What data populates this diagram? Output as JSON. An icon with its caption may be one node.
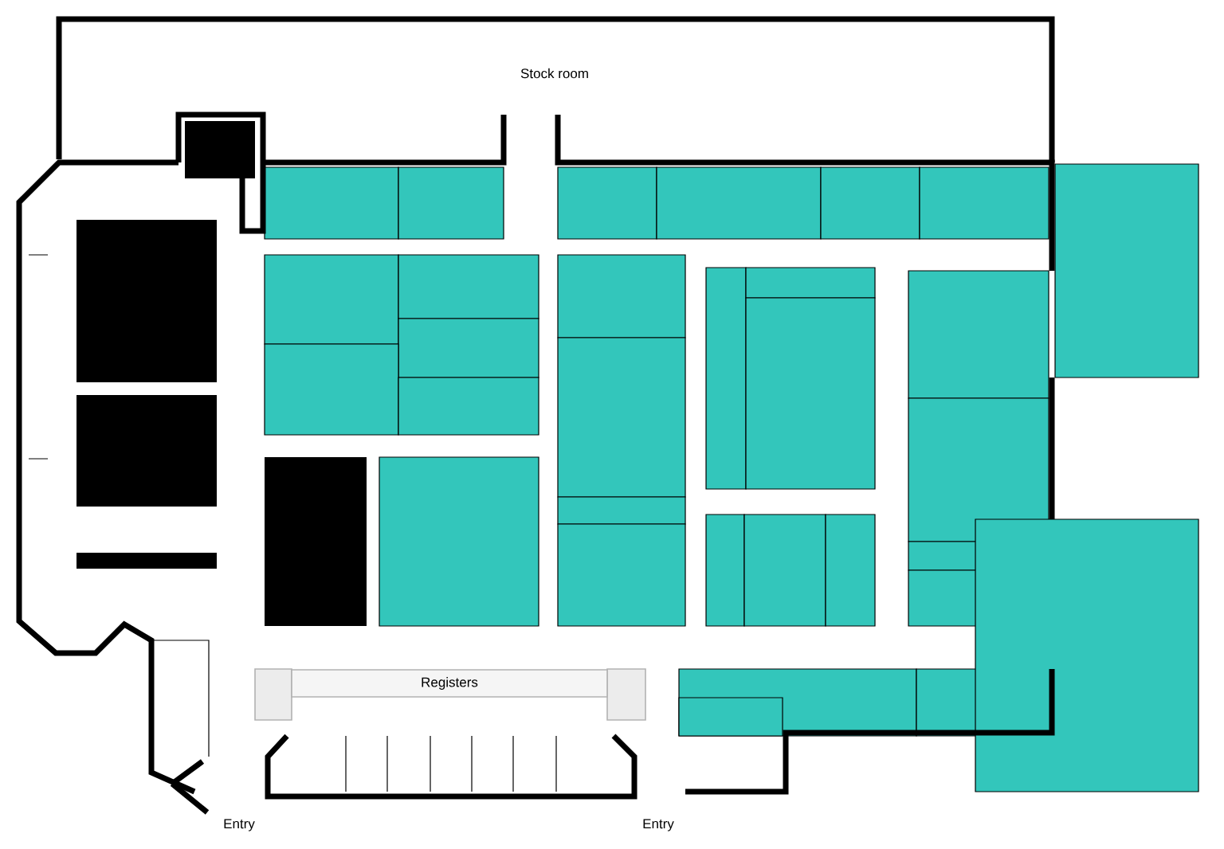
{
  "diagram": {
    "nodes": [
      {
        "text": [
          "Stock room"
        ]
      },
      {
        "text": [
          "Registers"
        ]
      }
    ],
    "labels": [
      "Entry",
      "Entry"
    ]
  }
}
